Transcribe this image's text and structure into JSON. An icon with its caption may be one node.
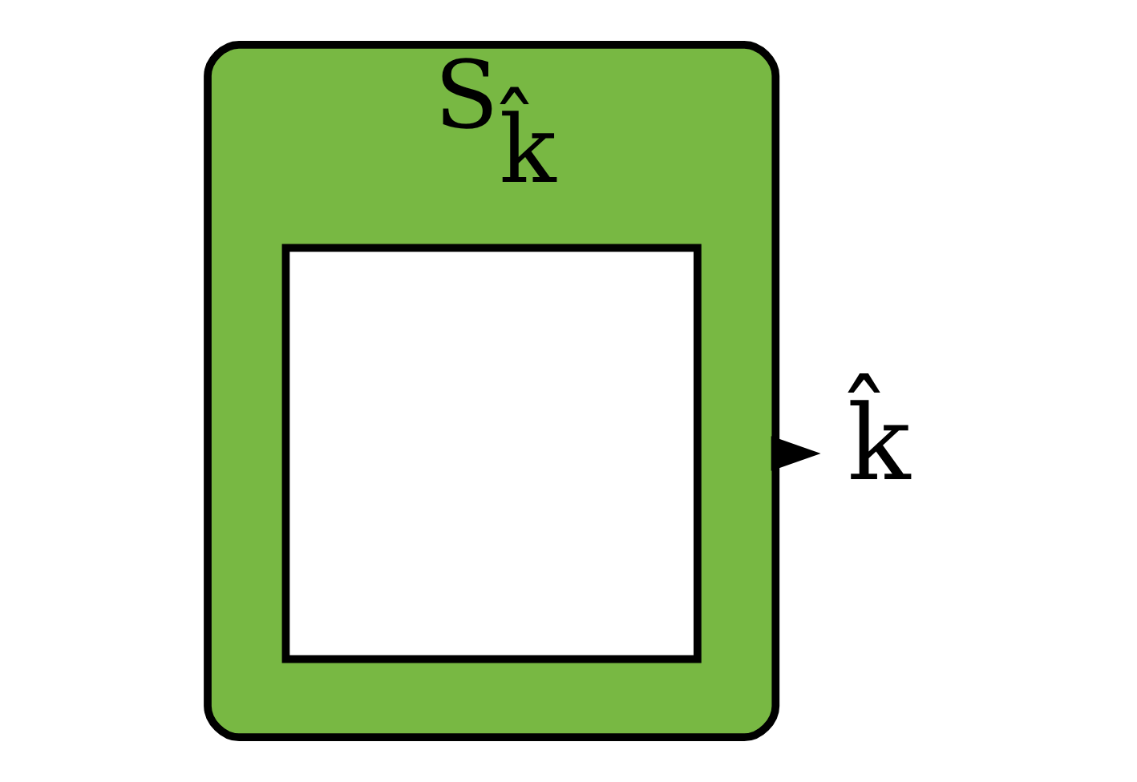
{
  "diagram": {
    "nodes": [
      {
        "text": [
          "S$_{k̂}$"
        ]
      },
      {
        "text": [],
        "shape": "box",
        "in": 0
      },
      {
        "text": [
          "k̂"
        ]
      }
    ],
    "edges": [
      {
        "from": 0,
        "to": 2,
        "arrow": "to"
      }
    ]
  }
}
